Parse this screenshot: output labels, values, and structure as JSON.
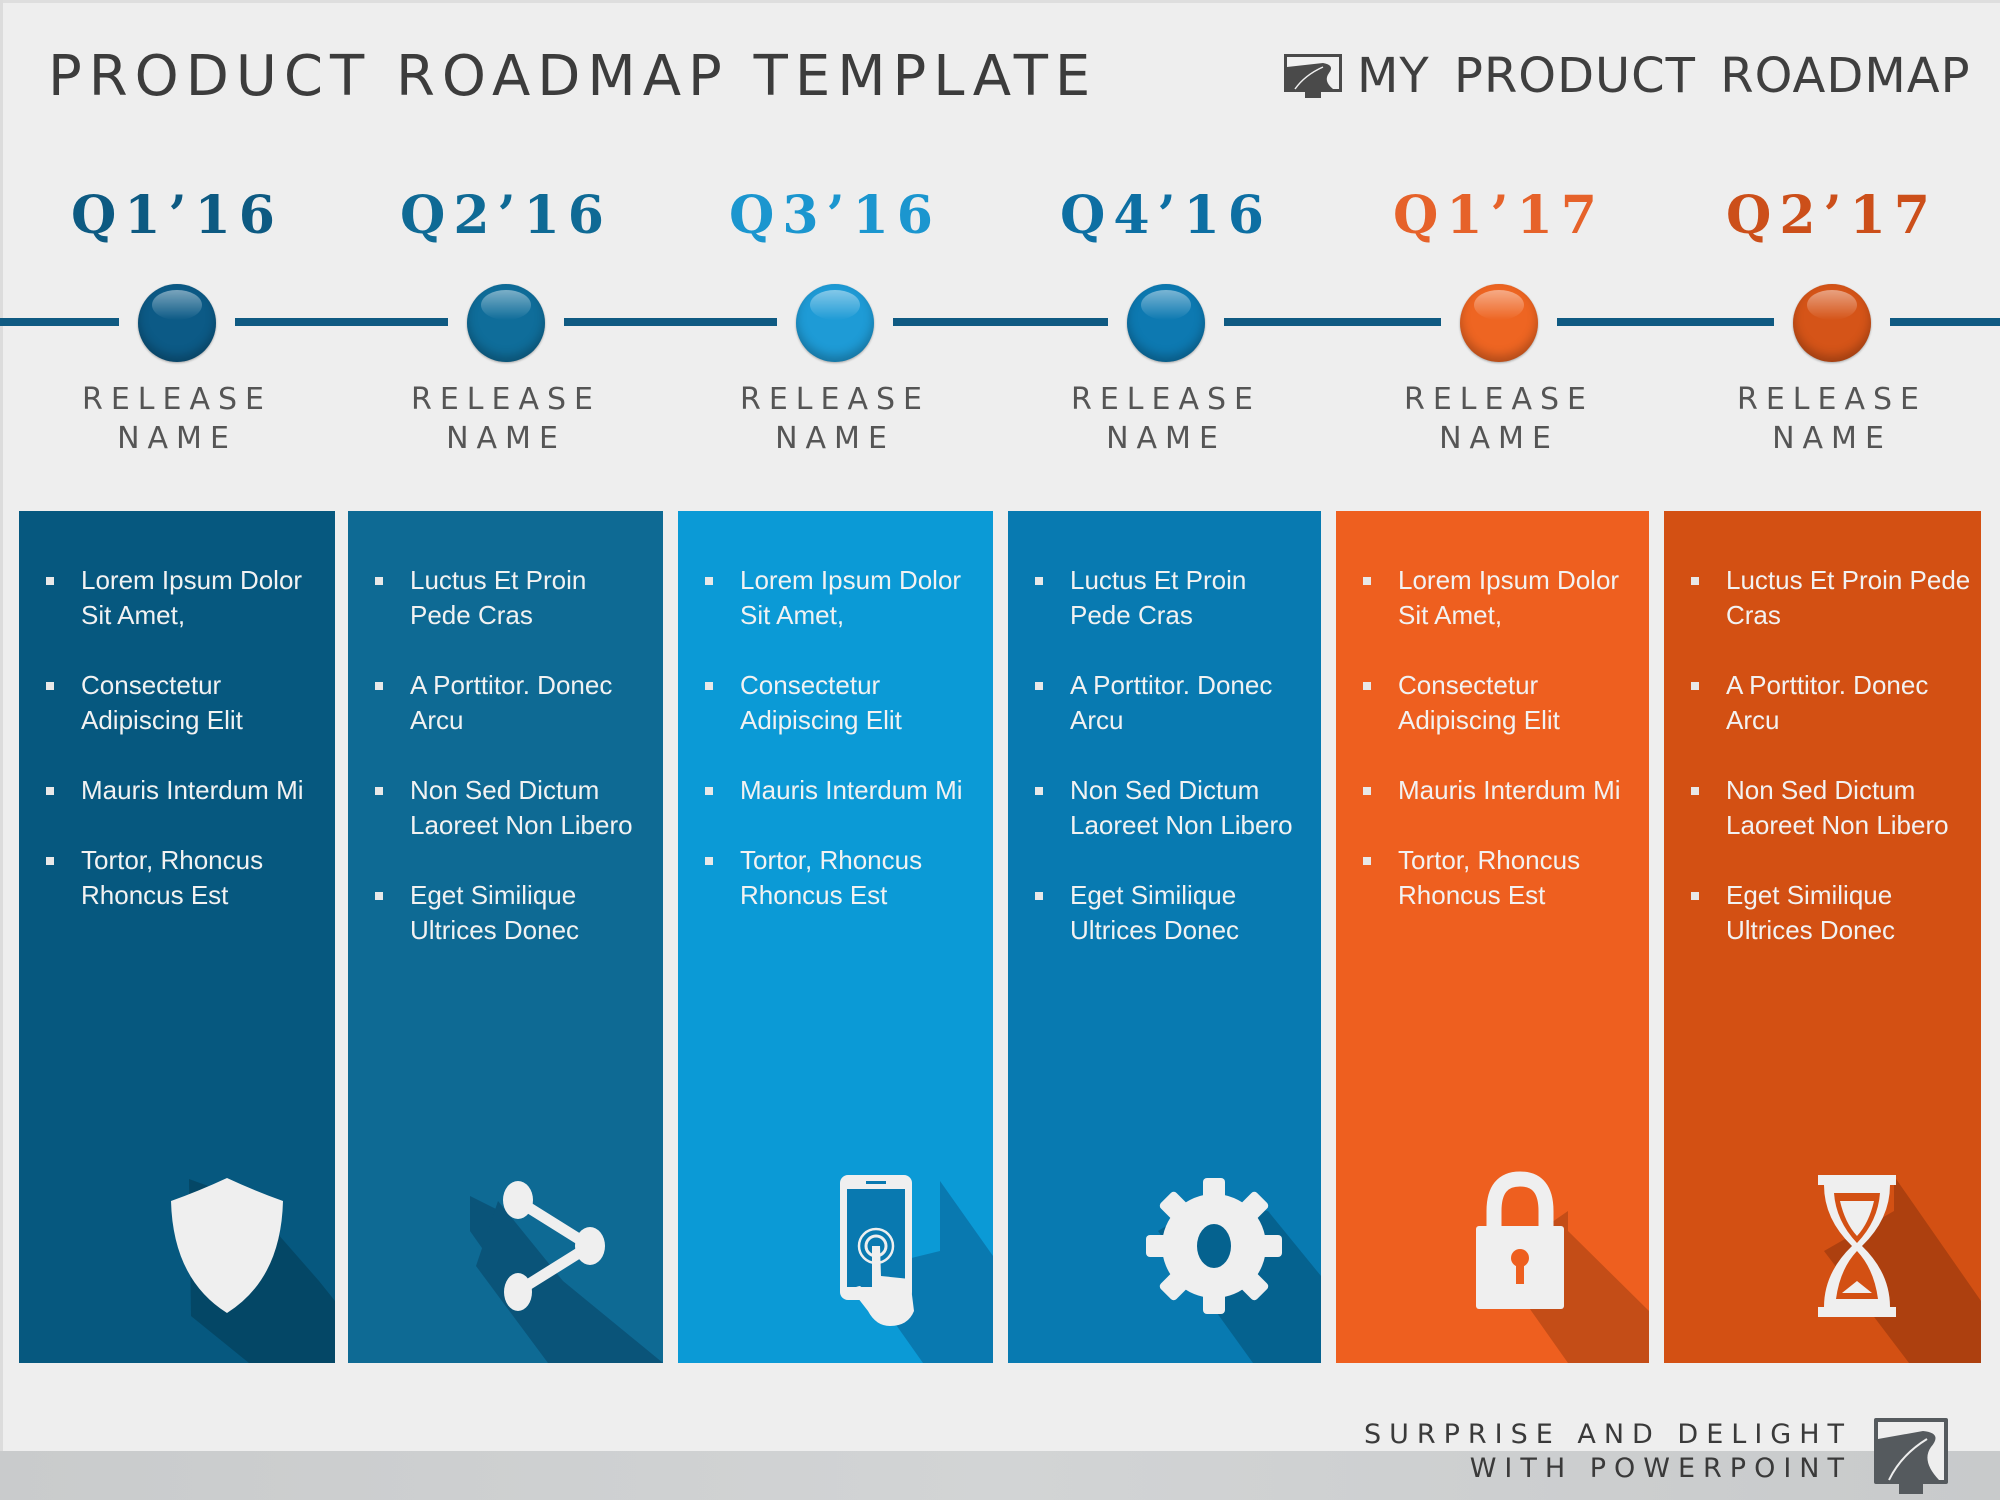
{
  "header": {
    "title": "PRODUCT  ROADMAP TEMPLATE",
    "brand": "MY PRODUCT  ROADMAP",
    "brand_icon": "road-monitor-logo-icon"
  },
  "colors": {
    "background": "#eeeeee",
    "timeline": "#0f5a82",
    "text_dark": "#3c3c3c",
    "release_text": "#555555"
  },
  "milestones": [
    {
      "quarter": "Q1’16",
      "release_line1": "RELEASE",
      "release_line2": "NAME",
      "color": "#0d5a82",
      "node": "#0c5a86"
    },
    {
      "quarter": "Q2’16",
      "release_line1": "RELEASE",
      "release_line2": "NAME",
      "color": "#0f6a95",
      "node": "#0f6d9a"
    },
    {
      "quarter": "Q3’16",
      "release_line1": "RELEASE",
      "release_line2": "NAME",
      "color": "#1b96cf",
      "node": "#1e9bd6"
    },
    {
      "quarter": "Q4’16",
      "release_line1": "RELEASE",
      "release_line2": "NAME",
      "color": "#0d6fa3",
      "node": "#0d79b1"
    },
    {
      "quarter": "Q1’17",
      "release_line1": "RELEASE",
      "release_line2": "NAME",
      "color": "#e6622a",
      "node": "#ee6522"
    },
    {
      "quarter": "Q2’17",
      "release_line1": "RELEASE",
      "release_line2": "NAME",
      "color": "#cc4f1a",
      "node": "#d55418"
    }
  ],
  "columns": [
    {
      "bg": "#06587f",
      "shadow": "#044766",
      "icon": "shield-icon",
      "items": [
        "Lorem Ipsum Dolor Sit Amet,",
        "Consectetur Adipiscing Elit",
        "Mauris Interdum Mi",
        "Tortor, Rhoncus Rhoncus Est"
      ]
    },
    {
      "bg": "#0e6a94",
      "shadow": "#0a5479",
      "icon": "share-icon",
      "items": [
        "Luctus Et Proin Pede Cras",
        "A Porttitor. Donec Arcu",
        "Non Sed Dictum Laoreet Non Libero",
        "Eget Similique Ultrices Donec"
      ]
    },
    {
      "bg": "#0b9ad6",
      "shadow": "#0979b0",
      "icon": "touch-phone-icon",
      "items": [
        "Lorem Ipsum Dolor Sit Amet,",
        "Consectetur Adipiscing Elit",
        "Mauris Interdum Mi",
        "Tortor, Rhoncus Rhoncus Est"
      ]
    },
    {
      "bg": "#087ab1",
      "shadow": "#05628f",
      "icon": "gear-icon",
      "items": [
        "Luctus Et Proin Pede Cras",
        "A Porttitor. Donec Arcu",
        "Non Sed Dictum Laoreet Non Libero",
        "Eget Similique Ultrices Donec"
      ]
    },
    {
      "bg": "#ee5f1f",
      "shadow": "#c44d17",
      "icon": "padlock-icon",
      "items": [
        "Lorem Ipsum Dolor Sit Amet,",
        "Consectetur Adipiscing Elit",
        "Mauris Interdum Mi",
        "Tortor, Rhoncus Rhoncus Est"
      ]
    },
    {
      "bg": "#d35013",
      "shadow": "#ad400f",
      "icon": "hourglass-icon",
      "items": [
        "Luctus Et Proin Pede Cras",
        "A Porttitor. Donec Arcu",
        "Non Sed Dictum Laoreet Non Libero",
        "Eget Similique Ultrices Donec"
      ]
    }
  ],
  "footer": {
    "tagline_line1": "SURPRISE AND DELIGHT",
    "tagline_line2": "WITH POWERPOINT"
  }
}
